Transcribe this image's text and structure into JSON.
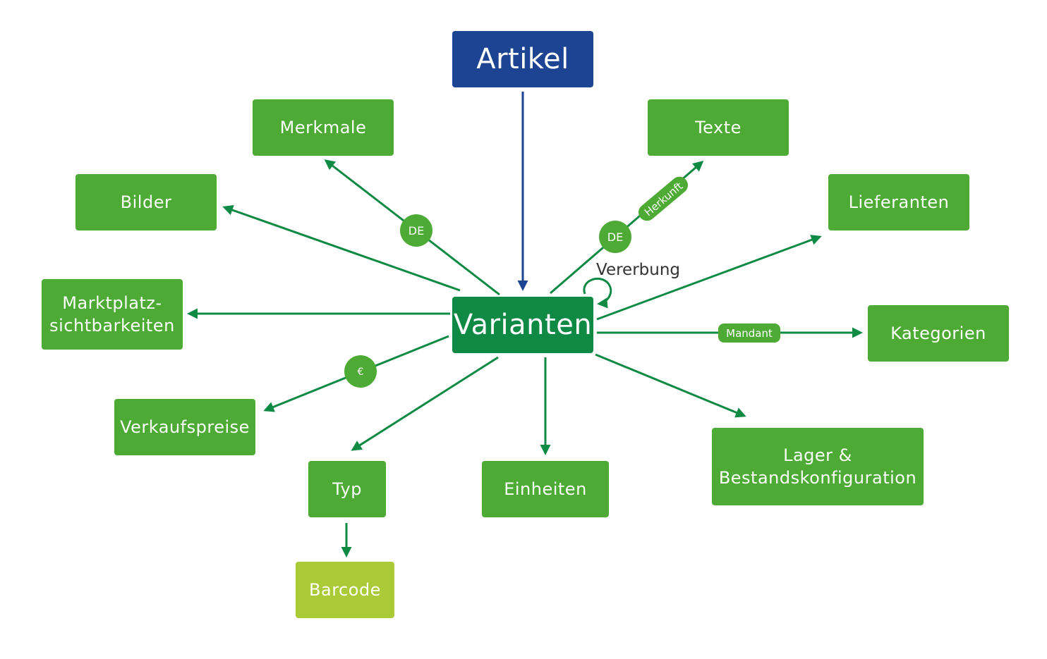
{
  "colors": {
    "article_blue": "#1c4493",
    "variant_dark_green": "#0f8a45",
    "node_green": "#4dab35",
    "barcode_lime": "#aacb37",
    "edge_green": "#0f8a45"
  },
  "nodes": {
    "artikel": "Artikel",
    "varianten": "Varianten",
    "merkmale": "Merkmale",
    "texte": "Texte",
    "bilder": "Bilder",
    "lieferanten": "Lieferanten",
    "marktplatz": "Marktplatz-\nsichtbarkeiten",
    "kategorien": "Kategorien",
    "verkaufspreise": "Verkaufspreise",
    "typ": "Typ",
    "einheiten": "Einheiten",
    "lager": "Lager &\nBestandskonfiguration",
    "barcode": "Barcode"
  },
  "edge_labels": {
    "merkmale_lang": "DE",
    "texte_lang": "DE",
    "texte_origin": "Herkunft",
    "kategorien_client": "Mandant",
    "preise_currency": "€",
    "self_loop": "Vererbung"
  }
}
